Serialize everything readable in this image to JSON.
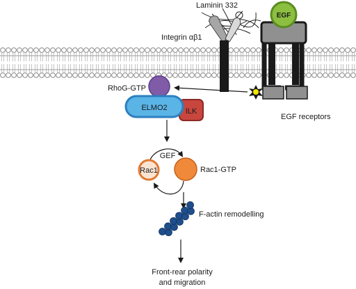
{
  "labels": {
    "laminin": "Laminin 332",
    "integrin": "Integrin αβ1",
    "egf": "EGF",
    "egf_receptors": "EGF receptors",
    "rhog": "RhoG-GTP",
    "elmo2": "ELMO2",
    "ilk": "ILK",
    "gef": "GEF",
    "rac1": "Rac1",
    "rac1_gtp": "Rac1-GTP",
    "factin": "F-actin remodelling",
    "outcome_line1": "Front-rear polarity",
    "outcome_line2": "and migration"
  },
  "colors": {
    "egf_fill": "#8cbf3f",
    "rhog_fill": "#7f5ba8",
    "elmo2_fill": "#5ab4e6",
    "elmo2_stroke": "#2d7fbf",
    "ilk_fill": "#c8463e",
    "rac1_stroke": "#e07a33",
    "rac1_fill": "#fbe4d2",
    "rac1_gtp_fill": "#f08a3a",
    "actin_fill": "#1f4e8c",
    "receptor_fill": "#909090",
    "integrin_fill": "#a6a6a6"
  }
}
